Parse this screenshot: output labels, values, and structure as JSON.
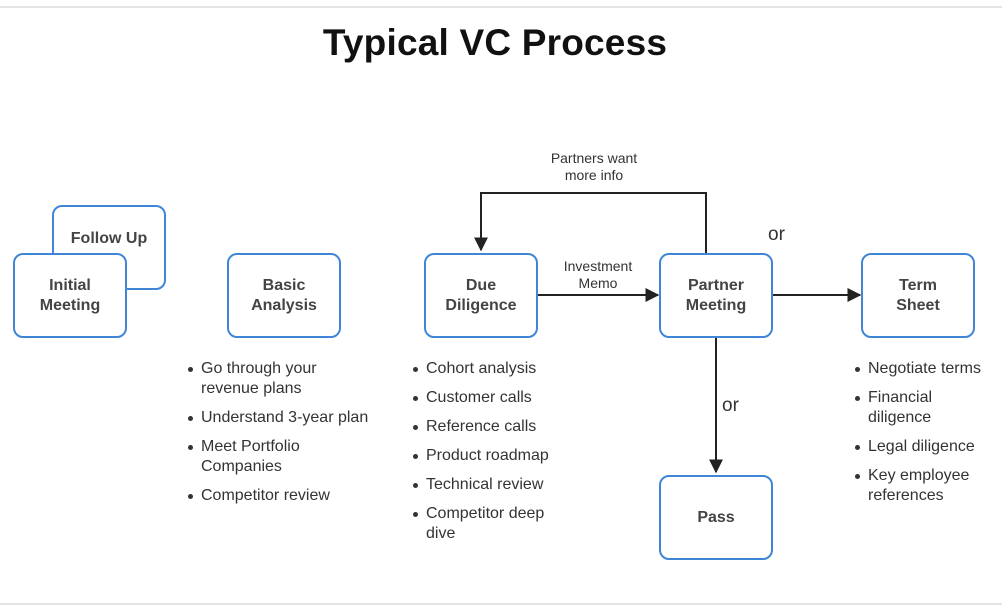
{
  "title": "Typical VC Process",
  "boxes": {
    "follow_up": "Follow Up",
    "initial_meeting": "Initial\nMeeting",
    "basic_analysis": "Basic\nAnalysis",
    "due_diligence": "Due\nDiligence",
    "partner_meeting": "Partner\nMeeting",
    "term_sheet": "Term\nSheet",
    "pass": "Pass"
  },
  "edge_labels": {
    "partners_want_more_info": "Partners want\nmore info",
    "investment_memo": "Investment\nMemo",
    "or_term_sheet": "or",
    "or_pass": "or"
  },
  "lists": {
    "basic_analysis": [
      "Go through your\nrevenue plans",
      "Understand 3-year plan",
      "Meet Portfolio\nCompanies",
      "Competitor review"
    ],
    "due_diligence": [
      "Cohort analysis",
      "Customer calls",
      "Reference calls",
      "Product roadmap",
      "Technical review",
      "Competitor deep\ndive"
    ],
    "term_sheet": [
      "Negotiate terms",
      "Financial\ndiligence",
      "Legal diligence",
      "Key employee\nreferences"
    ]
  },
  "colors": {
    "box_border": "#3f87d6",
    "arrow": "#222222"
  }
}
